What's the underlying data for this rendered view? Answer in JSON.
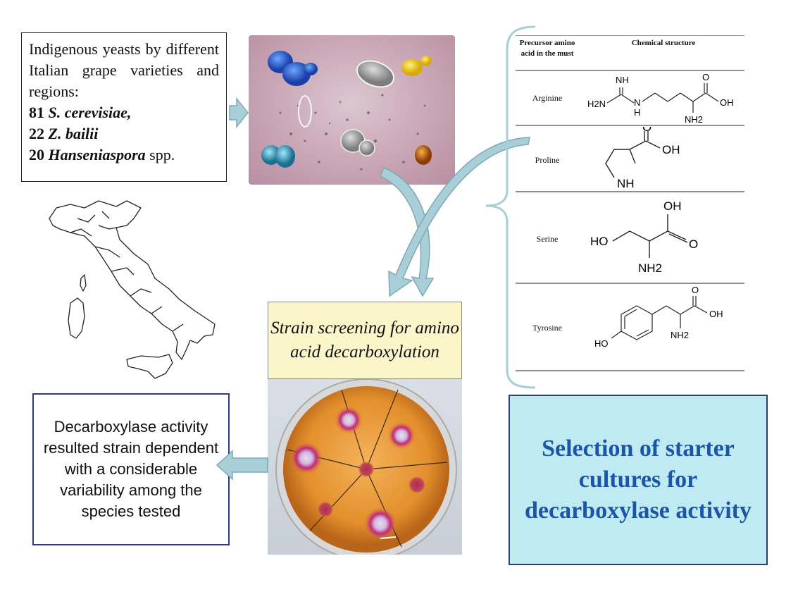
{
  "yeast_box": {
    "intro": "Indigenous yeasts by different Italian grape varieties and regions:",
    "rows": [
      {
        "count": "81",
        "name": "S. cerevisiae,",
        "suffix": ""
      },
      {
        "count": "22",
        "name": "Z. bailii",
        "suffix": ""
      },
      {
        "count": "20",
        "name": "Hanseniaspora",
        "suffix": " spp."
      }
    ]
  },
  "screening_title": "Strain screening for amino acid decarboxylation",
  "decarboxylase_text": "Decarboxylase activity resulted strain dependent with a considerable variability among the species tested",
  "selection_text": "Selection of starter cultures for decarboxylase activity",
  "amino_table": {
    "header_precursor": "Precursor amino acid in the must",
    "header_structure": "Chemical structure",
    "rows": [
      {
        "name": "Arginine"
      },
      {
        "name": "Proline"
      },
      {
        "name": "Serine"
      },
      {
        "name": "Tyrosine"
      }
    ],
    "formula_labels": {
      "arg_nh": "NH",
      "arg_h2n": "H2N",
      "arg_n": "N",
      "arg_h": "H",
      "arg_o": "O",
      "arg_oh": "OH",
      "arg_nh2": "NH2",
      "pro_o": "O",
      "pro_oh": "OH",
      "pro_nh": "NH",
      "ser_oh_top": "OH",
      "ser_ho": "HO",
      "ser_o": "O",
      "ser_nh2": "NH2",
      "tyr_o": "O",
      "tyr_oh": "OH",
      "tyr_ho": "HO",
      "tyr_nh2": "NH2"
    }
  },
  "colors": {
    "arrow_fill": "#a8cfd8",
    "arrow_stroke": "#7ea8b4",
    "box_border": "#2f3b7d",
    "selection_bg": "#bfeaf2",
    "selection_text": "#1a55a6",
    "screening_bg": "#fbf6c9"
  }
}
